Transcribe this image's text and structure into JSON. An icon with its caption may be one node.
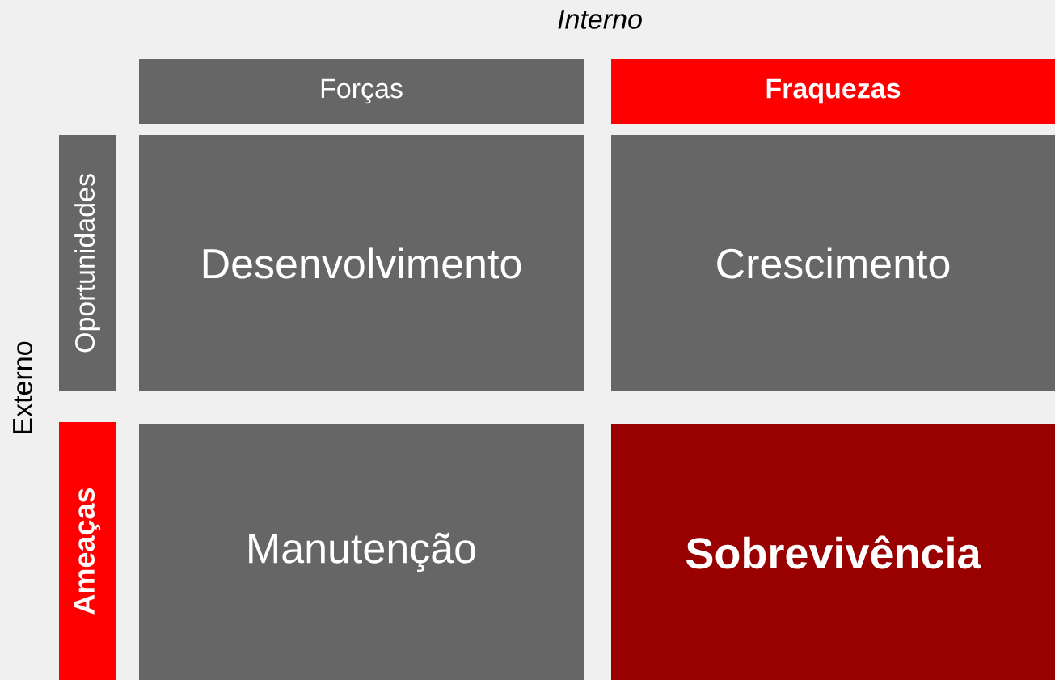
{
  "diagram": {
    "nodes": [
      {
        "text": [
          "Forças"
        ]
      },
      {
        "text": [
          "Fraquezas"
        ]
      },
      {
        "text": [
          "Oportunidades"
        ]
      },
      {
        "text": [
          "Desenvolvimento"
        ]
      },
      {
        "text": [
          "Crescimento"
        ]
      },
      {
        "text": [
          "Ameaças"
        ]
      },
      {
        "text": [
          "Manutenção"
        ]
      },
      {
        "text": [
          "Sobrevivência"
        ]
      }
    ],
    "edges": [],
    "labels": [
      "Interno",
      "Externo"
    ]
  }
}
